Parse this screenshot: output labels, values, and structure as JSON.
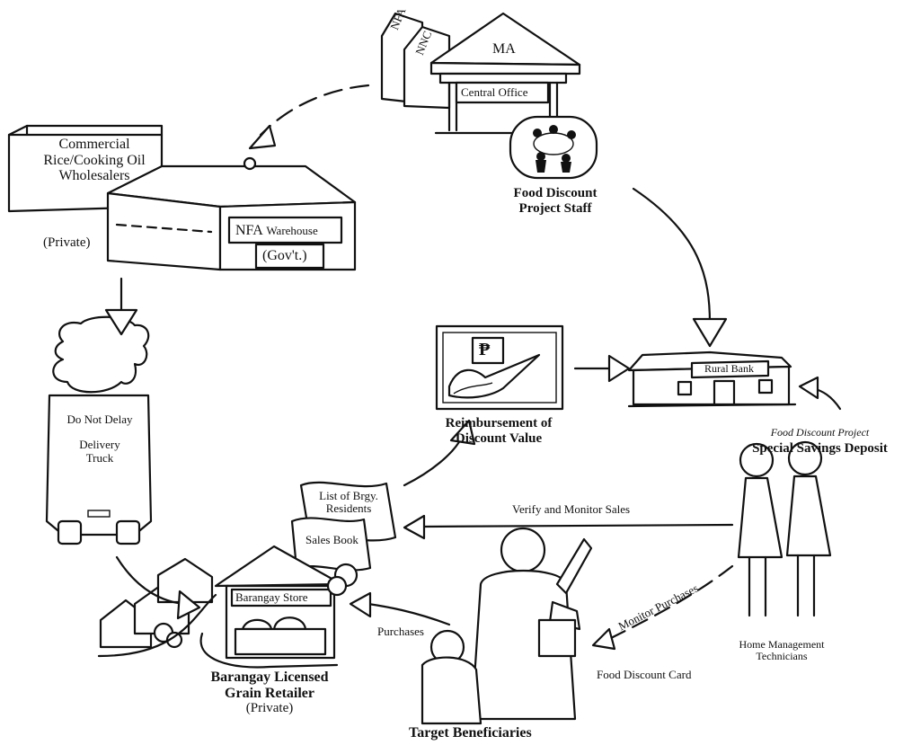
{
  "agencies": {
    "nfa": "NFA",
    "nnc": "NNC",
    "ma": "MA",
    "central_office": "Central Office"
  },
  "project_staff": {
    "line1": "Food Discount",
    "line2": "Project Staff"
  },
  "wholesalers": {
    "line1": "Commercial",
    "line2": "Rice/Cooking Oil",
    "line3": "Wholesalers",
    "private": "(Private)"
  },
  "warehouse": {
    "nfa": "NFA",
    "warehouse": "Warehouse",
    "govt": "(Gov't.)"
  },
  "truck": {
    "line1": "Do Not Delay",
    "line2": "Delivery",
    "line3": "Truck"
  },
  "reimbursement": {
    "symbol": "₱",
    "line1": "Reimbursement of",
    "line2": "Discount Value"
  },
  "rural_bank": {
    "sign": "Rural Bank"
  },
  "savings": {
    "line1": "Food Discount Project",
    "line2": "Special Savings Deposit"
  },
  "books": {
    "list_line1": "List of Brgy.",
    "list_line2": "Residents",
    "sales_book": "Sales Book"
  },
  "verify_label": "Verify and Monitor Sales",
  "store": {
    "sign": "Barangay Store",
    "line1": "Barangay Licensed",
    "line2": "Grain Retailer",
    "line3": "(Private)"
  },
  "purchases_label": "Purchases",
  "monitor_label": "Monitor Purchases",
  "technicians": {
    "line1": "Home Management",
    "line2": "Technicians"
  },
  "card_label": "Food Discount Card",
  "beneficiaries_label": "Target Beneficiaries"
}
